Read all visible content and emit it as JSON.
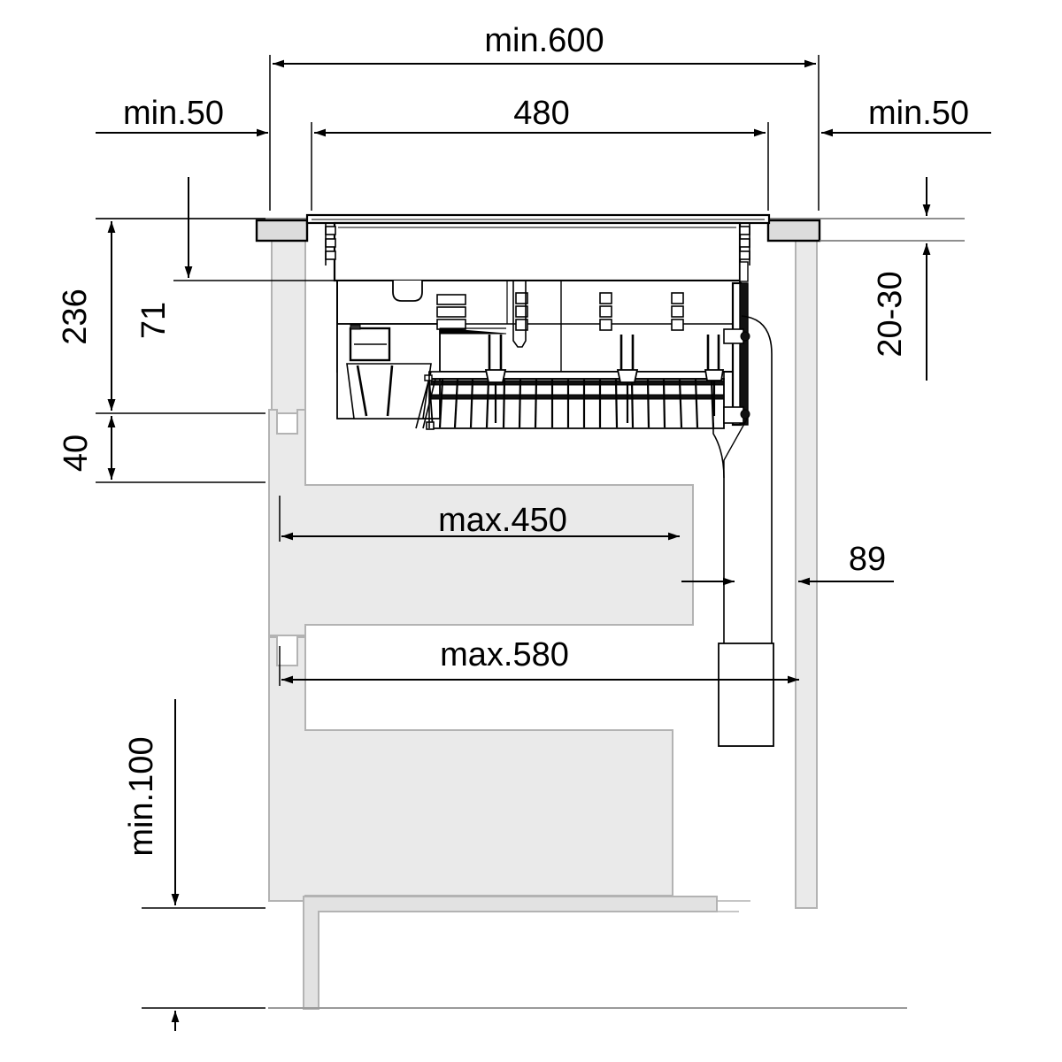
{
  "drawing": {
    "title": "Induction hob with integrated extractor - installation cut-out drawing",
    "type": "technical-installation-drawing",
    "units": "mm",
    "line_color": "#000000",
    "thin_line_color": "#555555",
    "panel_fill": "#eaeaea",
    "panel_stroke": "#b3b3b3",
    "background": "#ffffff"
  },
  "dimensions": {
    "top_overall": {
      "label": "min.600",
      "value": 600,
      "qualifier": "min",
      "orientation": "horizontal"
    },
    "cutout_width": {
      "label": "480",
      "value": 480,
      "qualifier": "",
      "orientation": "horizontal"
    },
    "left_clearance": {
      "label": "min.50",
      "value": 50,
      "qualifier": "min",
      "orientation": "horizontal"
    },
    "right_clearance": {
      "label": "min.50",
      "value": 50,
      "qualifier": "min",
      "orientation": "horizontal"
    },
    "total_depth": {
      "label": "236",
      "value": 236,
      "qualifier": "",
      "orientation": "vertical"
    },
    "upper_body": {
      "label": "71",
      "value": 71,
      "qualifier": "",
      "orientation": "vertical"
    },
    "lower_gap": {
      "label": "40",
      "value": 40,
      "qualifier": "",
      "orientation": "vertical"
    },
    "worktop_thickness": {
      "label": "20-30",
      "value": "20-30",
      "qualifier": "range",
      "orientation": "vertical"
    },
    "drawer_upper": {
      "label": "max.450",
      "value": 450,
      "qualifier": "max",
      "orientation": "horizontal"
    },
    "drawer_lower": {
      "label": "max.580",
      "value": 580,
      "qualifier": "max",
      "orientation": "horizontal"
    },
    "rear_offset": {
      "label": "89",
      "value": 89,
      "qualifier": "",
      "orientation": "horizontal"
    },
    "plinth_height": {
      "label": "min.100",
      "value": 100,
      "qualifier": "min",
      "orientation": "vertical"
    }
  },
  "labels": {
    "min600": "min.600",
    "w480": "480",
    "min50_left": "min.50",
    "min50_right": "min.50",
    "d236": "236",
    "d71": "71",
    "d40": "40",
    "t2030": "20-30",
    "max450": "max.450",
    "max580": "max.580",
    "n89": "89",
    "min100": "min.100"
  }
}
